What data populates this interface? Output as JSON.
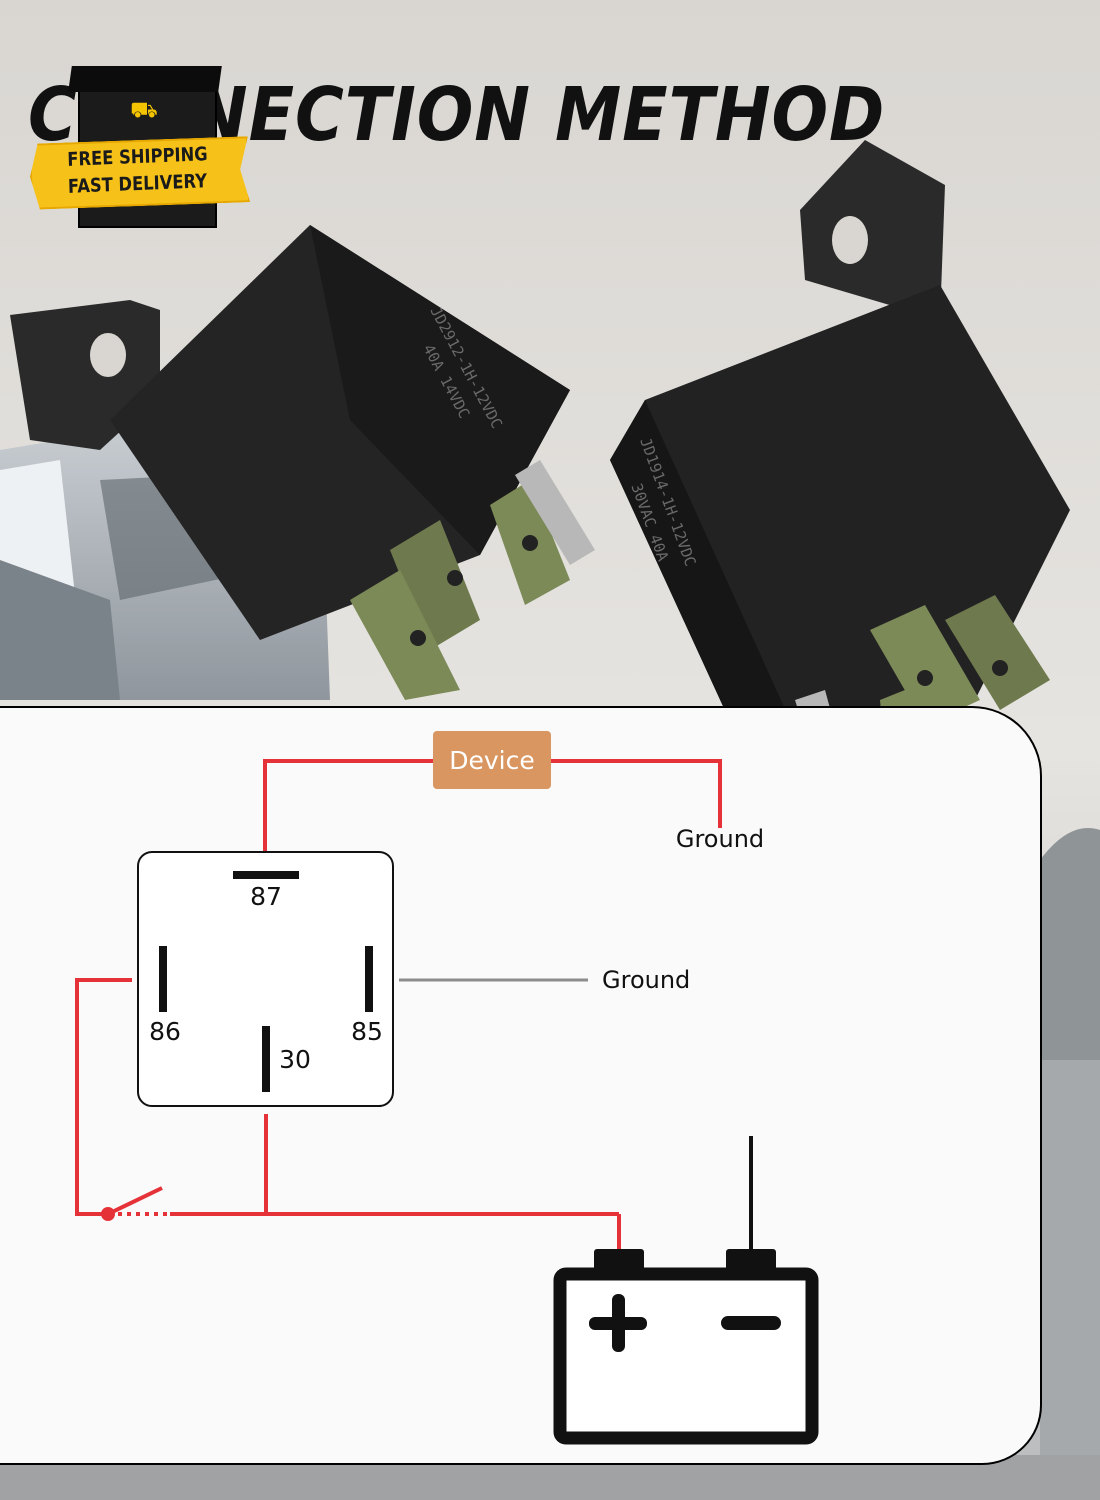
{
  "header": {
    "title": "CONNECTION METHOD"
  },
  "badge": {
    "line1": "FREE SHIPPING",
    "line2": "FAST DELIVERY",
    "icon": "truck-icon",
    "color": "#f6c21a"
  },
  "relays": {
    "left_marking": "JD2912-1H-12VDC",
    "left_rating": "40A 14VDC",
    "right_marking": "JD1914-1H-12VDC",
    "right_rating": "30VAC 40A"
  },
  "diagram": {
    "device_label": "Device",
    "ground_top_label": "Ground",
    "ground_right_label": "Ground",
    "pins": {
      "p87": "87",
      "p86": "86",
      "p85": "85",
      "p30": "30"
    },
    "battery": {
      "plus": "+",
      "minus": "−"
    },
    "colors": {
      "wire_red": "#e53238",
      "wire_gray": "#8c8c8c",
      "device_fill": "#d99660"
    }
  }
}
